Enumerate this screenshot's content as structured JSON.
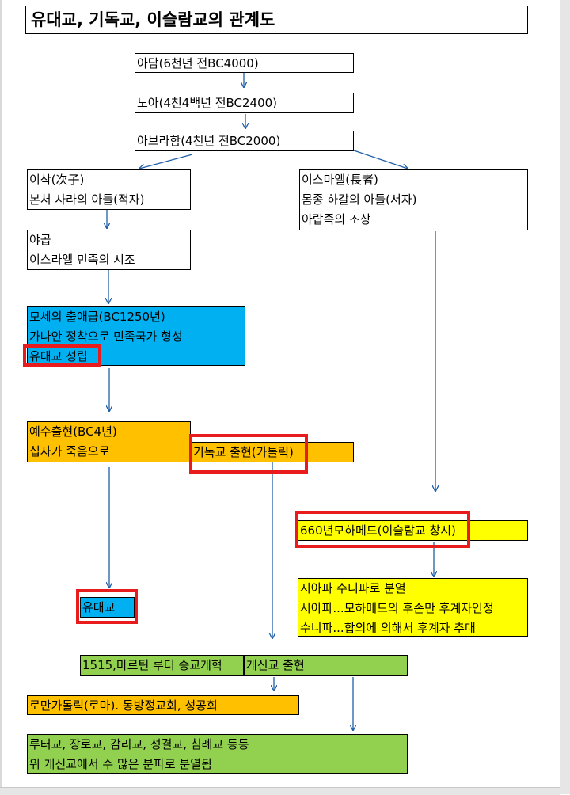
{
  "title": "유대교, 기독교, 이슬람교의 관계도",
  "nodes": {
    "adam": "아담(6천년 전BC4000)",
    "noah": "노아(4천4백년 전BC2400)",
    "abraham": "아브라함(4천년 전BC2000)",
    "isaac": [
      "이삭(次子)",
      "본처 사라의 아들(적자)"
    ],
    "ishmael": [
      "이스마엘(長者)",
      "몸종 하갈의 아들(서자)",
      "아랍족의 조상"
    ],
    "jacob": [
      "야곱",
      "이스라엘 민족의 시조"
    ],
    "moses": [
      "모세의 출애급(BC1250년)",
      "가나안 정착으로 민족국가 형성",
      "유대교 성립"
    ],
    "jesus": [
      "예수출현(BC4년)",
      "십자가 죽음으로"
    ],
    "christianity": "기독교 출현(가톨릭)",
    "muhammad": "660년모하메드(이슬람교 창시)",
    "shia_sunni": [
      "시아파 수니파로 분열",
      "시아파...모하메드의 후손만 후계자인정",
      "수니파...합의에 의해서 후계자 추대"
    ],
    "judaism": "유대교",
    "luther": "1515,마르틴 루터 종교개혁",
    "protestant": "개신교 출현",
    "catholic": "로만가톨릭(로마). 동방정교회, 성공회",
    "denominations": [
      "루터교, 장로교, 감리교, 성결교, 침례교 등등",
      "위 개신교에서 수 많은 분파로 분열됨"
    ]
  },
  "colors": {
    "blue": "#00b0f0",
    "orange": "#ffc000",
    "yellow": "#ffff00",
    "green": "#92d050",
    "highlight": "#e81c1c",
    "arrow": "#1f5fa8"
  }
}
